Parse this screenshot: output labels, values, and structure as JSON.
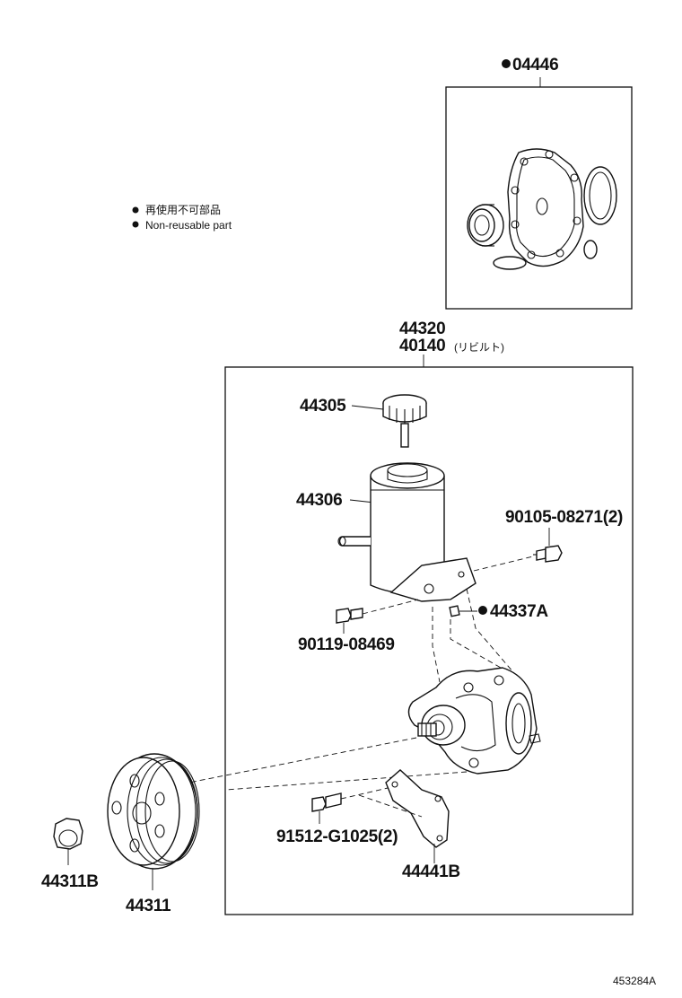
{
  "legend": {
    "line1": "再使用不可部品",
    "line2": "Non-reusable part"
  },
  "labels": {
    "kit": "04446",
    "assy_1": "44320",
    "assy_2": "40140",
    "assy_2_suffix": "(リビルト)",
    "cap": "44305",
    "reservoir": "44306",
    "bolt_upper": "90105-08271(2)",
    "clip": "44337A",
    "bolt_left": "90119-08469",
    "bolt_lower": "91512-G1025(2)",
    "bracket": "44441B",
    "nut": "44311B",
    "pulley": "44311",
    "figure_id": "453284A"
  },
  "icons": {
    "non_reusable_marker": "filled-circle"
  }
}
